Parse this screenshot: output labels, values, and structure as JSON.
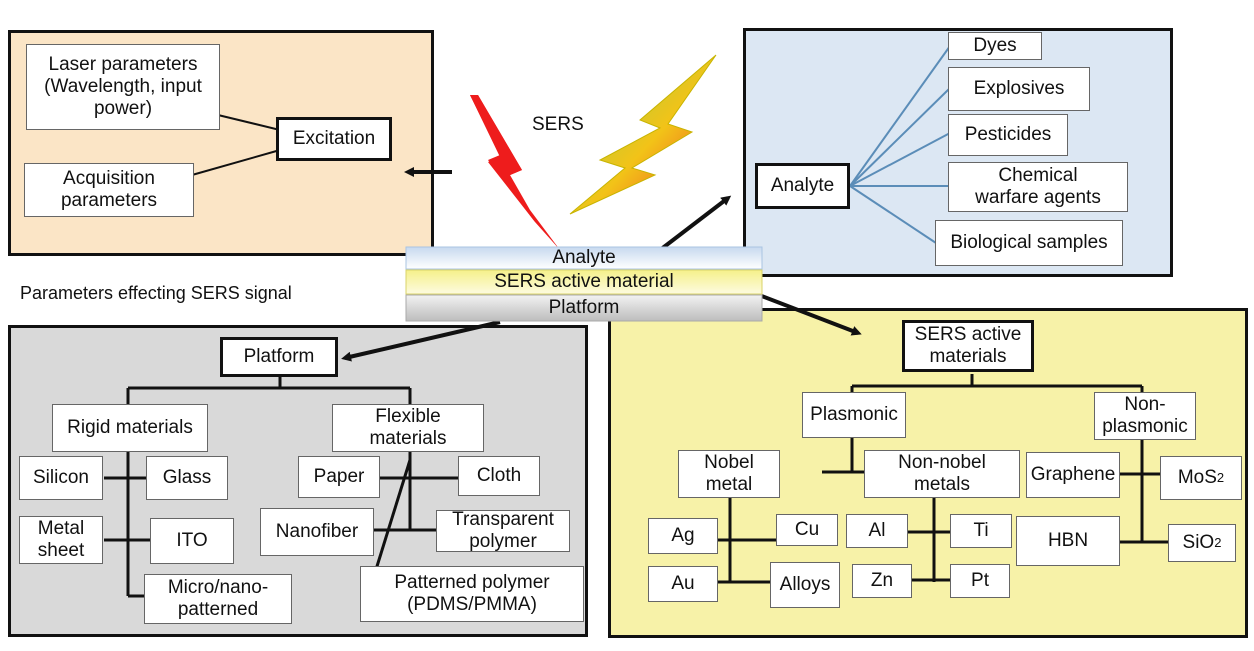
{
  "excitation_panel": {
    "laser": "Laser parameters\n(Wavelength, input\npower)",
    "acquisition": "Acquisition\nparameters",
    "excitation": "Excitation"
  },
  "sers_label": "SERS",
  "analyte_panel": {
    "analyte": "Analyte",
    "items": [
      "Dyes",
      "Explosives",
      "Pesticides",
      "Chemical\nwarfare agents",
      "Biological samples"
    ]
  },
  "center_stack": {
    "analyte": "Analyte",
    "active": "SERS active material",
    "platform": "Platform"
  },
  "caption": "Parameters effecting SERS signal",
  "platform_panel": {
    "platform": "Platform",
    "rigid": "Rigid materials",
    "flexible": "Flexible\nmaterials",
    "silicon": "Silicon",
    "glass": "Glass",
    "metal_sheet": "Metal\nsheet",
    "ito": "ITO",
    "micro_nano": "Micro/nano-\npatterned",
    "paper": "Paper",
    "cloth": "Cloth",
    "nanofiber": "Nanofiber",
    "transparent": "Transparent\npolymer",
    "patterned": "Patterned polymer\n(PDMS/PMMA)"
  },
  "materials_panel": {
    "title": "SERS active\nmaterials",
    "plasmonic": "Plasmonic",
    "non_plasmonic": "Non-\nplasmonic",
    "nobel": "Nobel\nmetal",
    "non_nobel": "Non-nobel\nmetals",
    "ag": "Ag",
    "cu": "Cu",
    "au": "Au",
    "alloys": "Alloys",
    "al": "Al",
    "ti": "Ti",
    "zn": "Zn",
    "pt": "Pt",
    "graphene": "Graphene",
    "hbn": "HBN",
    "mos2_base": "MoS",
    "mos2_sub": "2",
    "sio2_base": "SiO",
    "sio2_sub": "2"
  },
  "colors": {
    "excitation_bg": "#fbe5c6",
    "analyte_bg": "#dce7f3",
    "platform_bg": "#d9d9d9",
    "materials_bg": "#f7f2a8",
    "analyte_line": "#5b8db8"
  }
}
